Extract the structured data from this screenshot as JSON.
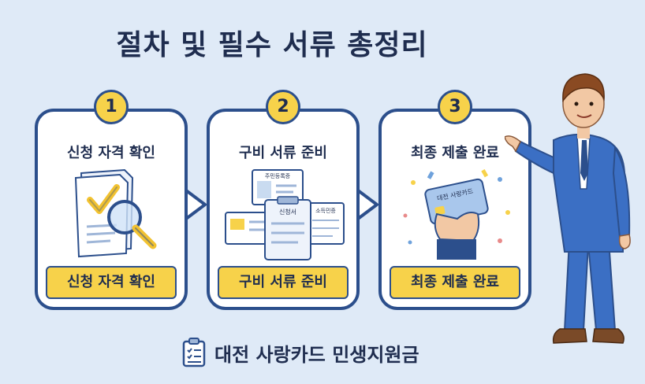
{
  "title": "절차 및 필수 서류 총정리",
  "steps": [
    {
      "number": "1",
      "heading": "신청 자격 확인",
      "footer": "신청 자격 확인"
    },
    {
      "number": "2",
      "heading": "구비 서류 준비",
      "footer": "구비 서류 준비"
    },
    {
      "number": "3",
      "heading": "최종 제출 완료",
      "footer": "최종 제출 완료"
    }
  ],
  "documents": {
    "id_card": "주민등록증",
    "application": "신청서",
    "income": "소득민증"
  },
  "card_label": "대전 사랑카드",
  "bottom_label": "대전 사랑카드 민생지원금",
  "colors": {
    "navy": "#2c4f8c",
    "yellow": "#f7d24a",
    "background": "#dfeaf7"
  }
}
